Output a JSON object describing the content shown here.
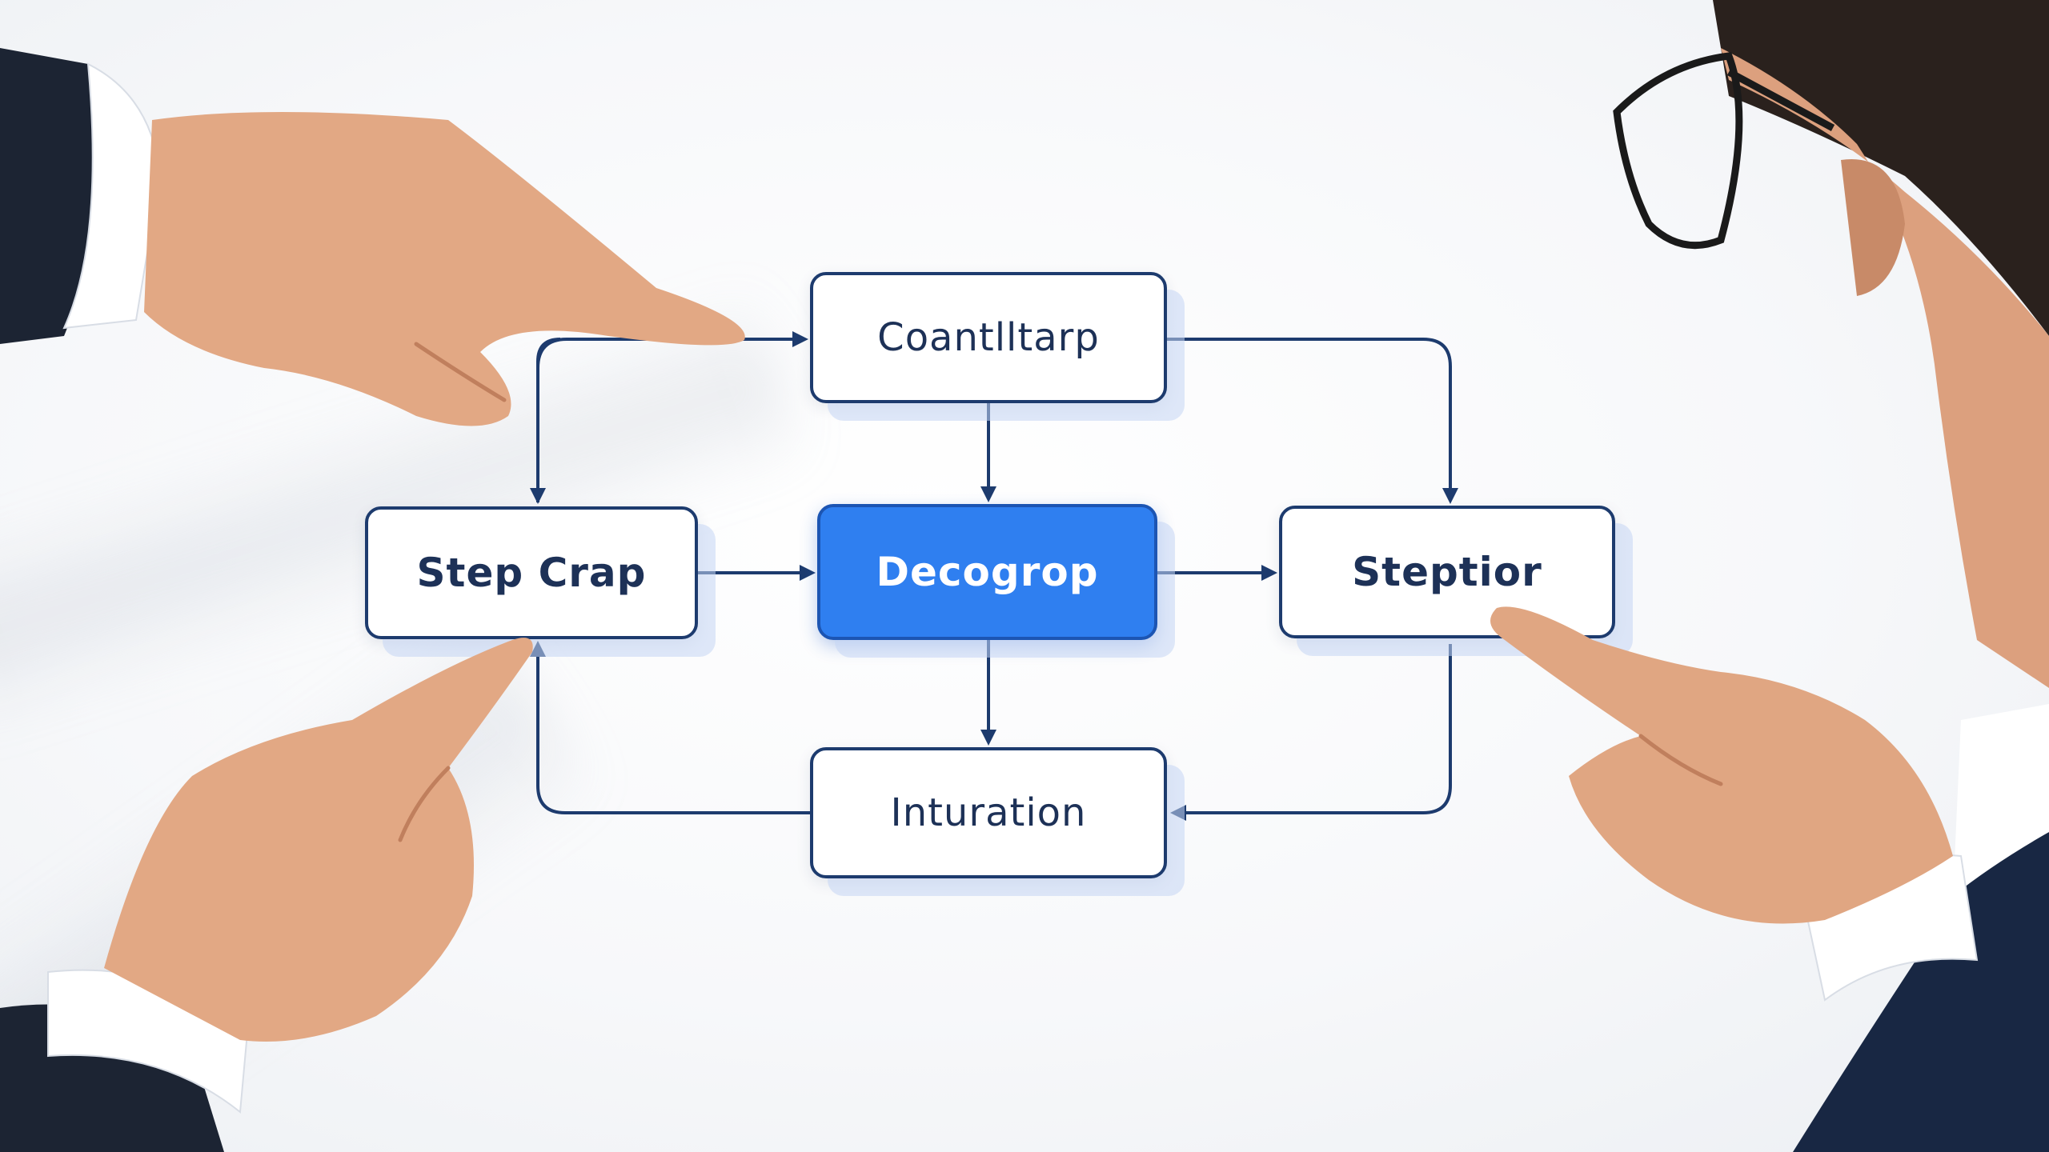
{
  "diagram": {
    "nodes": {
      "top": "Coantlltarp",
      "left": "Step Crap",
      "center": "Decogrop",
      "right": "Steptior",
      "bottom": "Inturation"
    }
  },
  "palette": {
    "box_border": "#1d3b6e",
    "highlight_fill": "#2f7ff0",
    "arrow": "#1d3b6e",
    "skin": "#e2a884",
    "suit": "#1c2433"
  }
}
